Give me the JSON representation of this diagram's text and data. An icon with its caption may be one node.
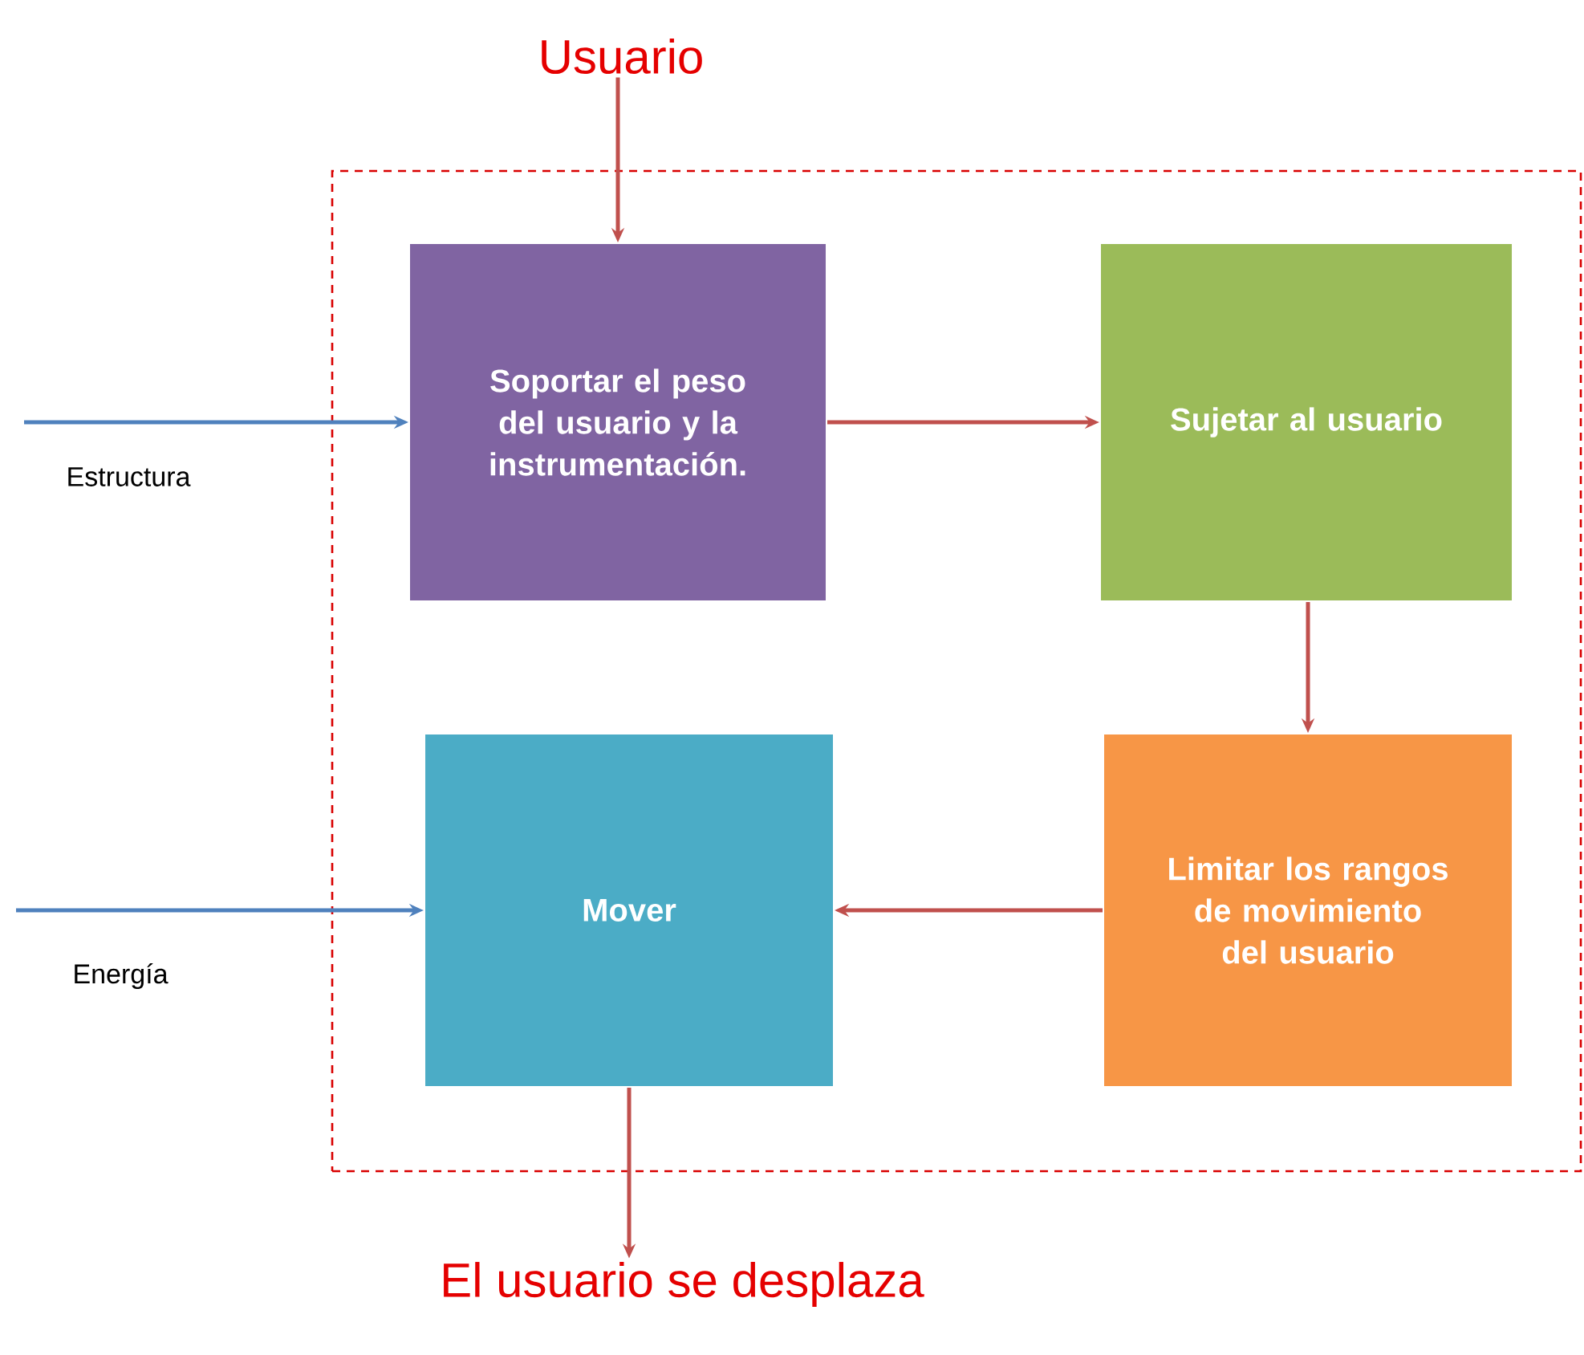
{
  "diagram": {
    "nodes": [
      {
        "text": [
          "Usuario"
        ]
      },
      {
        "text": [],
        "shape": "box"
      },
      {
        "text": [
          "Soportar el peso del usuario y la instrumentación."
        ],
        "in": 1
      },
      {
        "text": [
          "Sujetar al usuario"
        ],
        "in": 1
      },
      {
        "text": [
          "Limitar los rangos de movimiento del usuario"
        ],
        "in": 1
      },
      {
        "text": [
          "Mover"
        ],
        "in": 1
      },
      {
        "text": [
          "El usuario se desplaza"
        ]
      }
    ],
    "edges": [
      {
        "from": 0,
        "to": 2,
        "arrow": "to"
      },
      {
        "from": null,
        "to": 2,
        "arrow": "to",
        "label": "Estructura",
        "color": "#4f81bd"
      },
      {
        "from": 2,
        "to": 3,
        "arrow": "to"
      },
      {
        "from": 3,
        "to": 4,
        "arrow": "to"
      },
      {
        "from": 4,
        "to": 5,
        "arrow": "to"
      },
      {
        "from": null,
        "to": 5,
        "arrow": "to",
        "label": "Energía",
        "color": "#4f81bd"
      },
      {
        "from": 5,
        "to": 6,
        "arrow": "to"
      }
    ]
  }
}
